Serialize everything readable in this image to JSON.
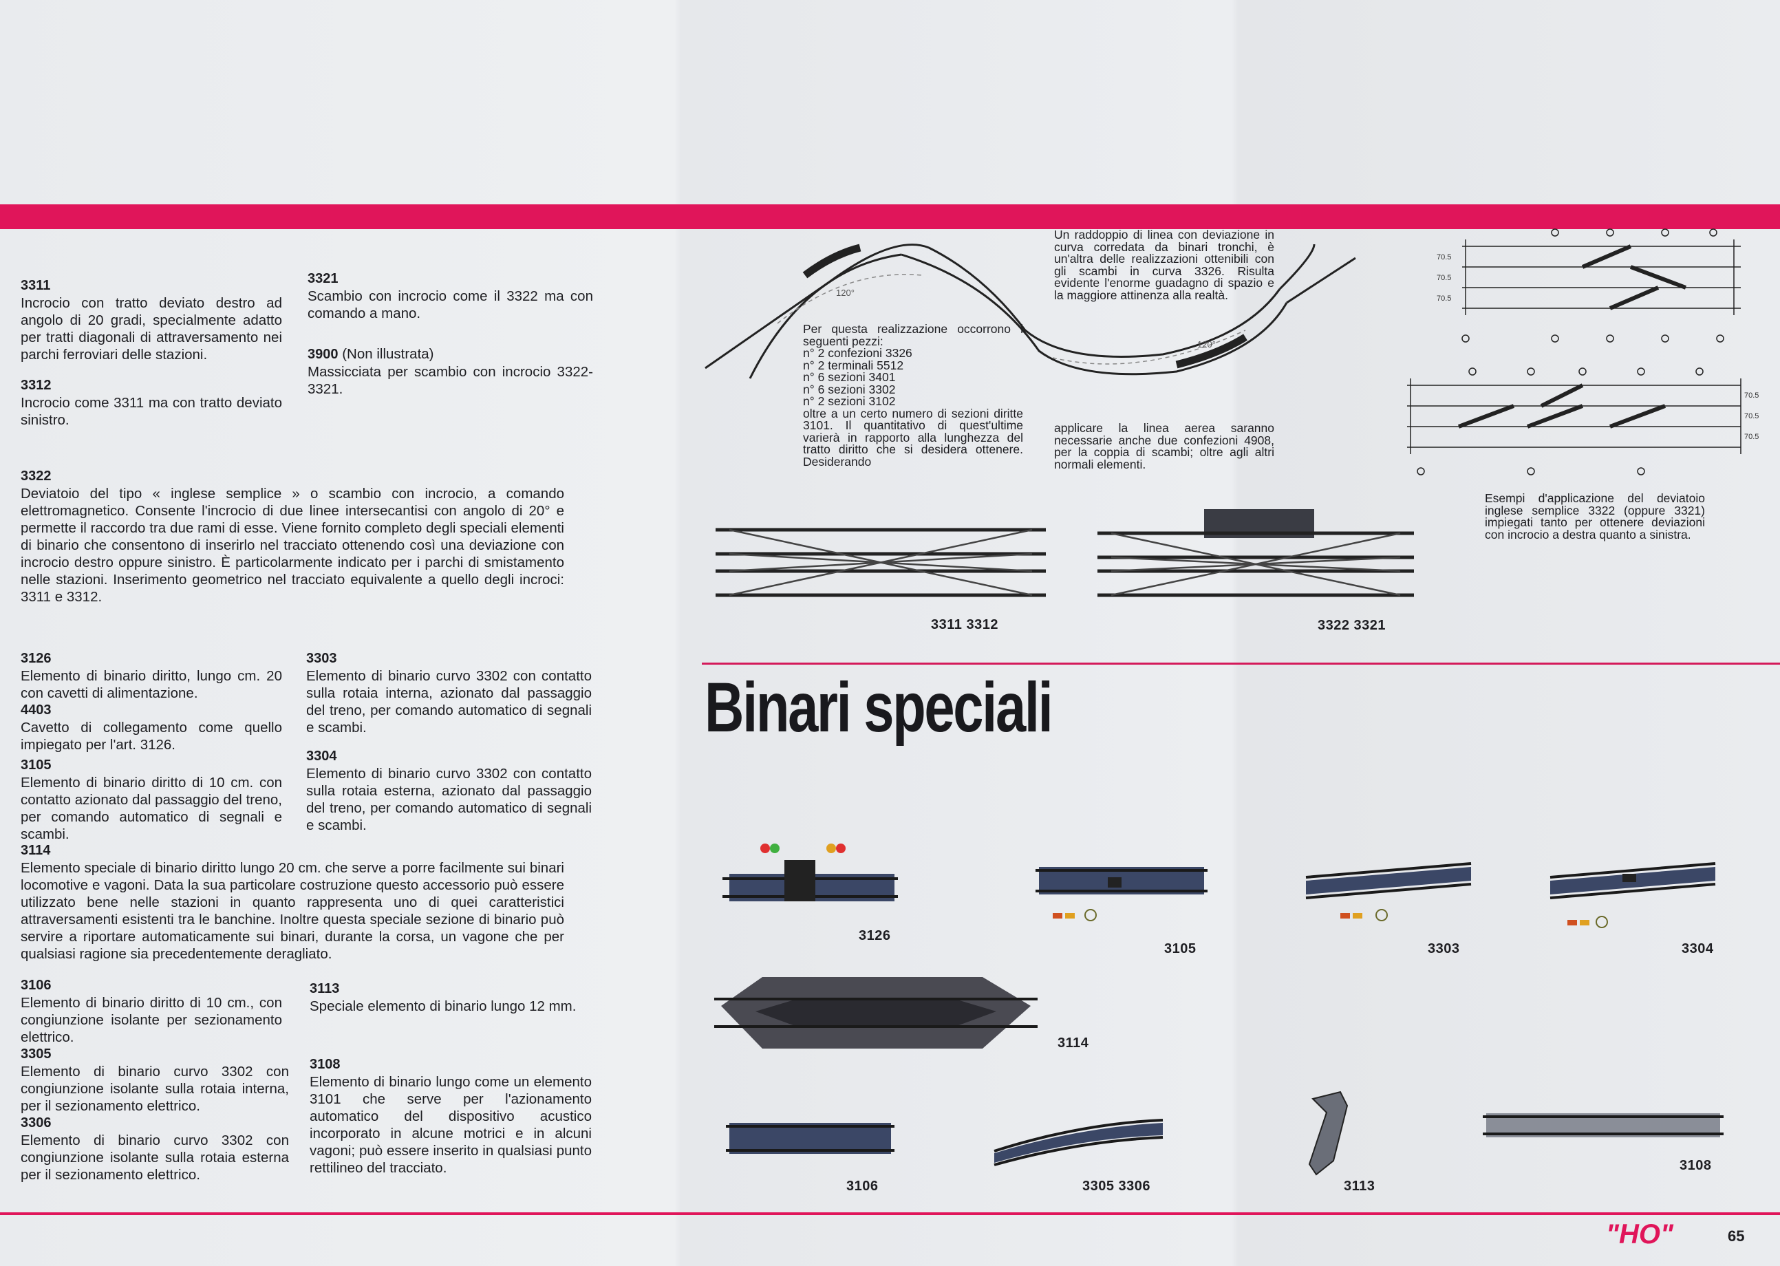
{
  "colors": {
    "accent": "#e0155a",
    "text": "#1e1e22",
    "paper": "#eceef0"
  },
  "left_top": [
    {
      "code": "3311",
      "text": "Incrocio con tratto deviato destro ad angolo di 20 gradi, specialmente adatto per tratti diagonali di attraversamento nei parchi ferroviari delle stazioni."
    },
    {
      "code": "3312",
      "text": "Incrocio come 3311 ma con tratto deviato sinistro."
    },
    {
      "code": "3321",
      "text": "Scambio con incrocio come il 3322 ma con comando a mano."
    },
    {
      "code": "3900",
      "code_suffix": "(Non illustrata)",
      "text": "Massicciata per scambio con incrocio 3322-3321."
    },
    {
      "code": "3322",
      "text": "Deviatoio del tipo « inglese semplice » o scambio con incrocio, a comando elettromagnetico. Consente l'incrocio di due linee intersecantisi con angolo di 20° e permette il raccordo tra due rami di esse. Viene fornito completo degli speciali elementi di binario che consentono di inserirlo nel tracciato ottenendo così una deviazione con incrocio destro oppure sinistro. È particolarmente indicato per i parchi di smistamento nelle stazioni. Inserimento geometrico nel tracciato equivalente a quello degli incroci: 3311 e 3312."
    }
  ],
  "left_bottom": [
    {
      "code": "3126",
      "text": "Elemento di binario diritto, lungo cm. 20 con cavetti di alimentazione."
    },
    {
      "code": "4403",
      "text": "Cavetto di collegamento come quello impiegato per l'art. 3126."
    },
    {
      "code": "3105",
      "text": "Elemento di binario diritto di 10 cm. con contatto azionato dal passaggio del treno, per comando automatico di segnali e scambi."
    },
    {
      "code": "3303",
      "text": "Elemento di binario curvo 3302 con contatto sulla rotaia interna, azionato dal passaggio del treno, per comando automatico di segnali e scambi."
    },
    {
      "code": "3304",
      "text": "Elemento di binario curvo 3302 con contatto sulla rotaia esterna, azionato dal passaggio del treno, per comando automatico di segnali e scambi."
    },
    {
      "code": "3114",
      "text": "Elemento speciale di binario diritto lungo 20 cm. che serve a porre facilmente sui binari locomotive e vagoni. Data la sua particolare costruzione questo accessorio può essere utilizzato bene nelle stazioni in quanto rappresenta uno di quei caratteristici attraversamenti esistenti tra le banchine. Inoltre questa speciale sezione di binario può servire a riportare automaticamente sui binari, durante la corsa, un vagone che per qualsiasi ragione sia precedentemente deragliato."
    },
    {
      "code": "3106",
      "text": "Elemento di binario diritto di 10 cm., con congiunzione isolante per sezionamento elettrico."
    },
    {
      "code": "3305",
      "text": "Elemento di binario curvo 3302 con congiunzione isolante sulla rotaia interna, per il sezionamento elettrico."
    },
    {
      "code": "3306",
      "text": "Elemento di binario curvo 3302 con congiunzione isolante sulla rotaia esterna per il sezionamento elettrico."
    },
    {
      "code": "3113",
      "text": "Speciale elemento di binario lungo 12 mm."
    },
    {
      "code": "3108",
      "text": "Elemento di binario lungo come un elemento 3101 che serve per l'azionamento automatico del dispositivo acustico incorporato in alcune motrici e in alcuni vagoni; può essere inserito in qualsiasi punto rettilineo del tracciato."
    }
  ],
  "diagram": {
    "note_left": "Per questa realizzazione occorrono i seguenti pezzi:",
    "parts": [
      "n° 2 confezioni 3326",
      "n° 2 terminali 5512",
      "n° 6 sezioni 3401",
      "n° 6 sezioni 3302",
      "n° 2 sezioni 3102"
    ],
    "note_left_cont": "oltre a un certo numero di sezioni diritte 3101. Il quantitativo di quest'ultime varierà in rapporto alla lunghezza del tratto diritto che si desidera ottenere. Desiderando",
    "note_top": "Un raddoppio di linea con deviazione in curva corredata da binari tronchi, è un'altra delle realizzazioni ottenibili con gli scambi in curva 3326. Risulta evidente l'enorme guadagno di spazio e la maggiore attinenza alla realtà.",
    "note_right": "applicare la linea aerea saranno necessarie anche due confezioni 4908, per la coppia di scambi; oltre agli altri normali elementi.",
    "angle_label": "120°",
    "dimension_label": "70.5",
    "examples_caption": "Esempi d'applicazione del deviatoio inglese semplice 3322 (oppure 3321) impiegati tanto per ottenere deviazioni con incrocio a destra quanto a sinistra."
  },
  "captions": {
    "c3311": "3311  3312",
    "c3322": "3322  3321",
    "c3126": "3126",
    "c3105": "3105",
    "c3303": "3303",
    "c3304": "3304",
    "c3114": "3114",
    "c3106": "3106",
    "c3305": "3305  3306",
    "c3113": "3113",
    "c3108": "3108"
  },
  "section_title": "Binari speciali",
  "footer": {
    "brand": "\"HO\"",
    "page_number": "65"
  }
}
